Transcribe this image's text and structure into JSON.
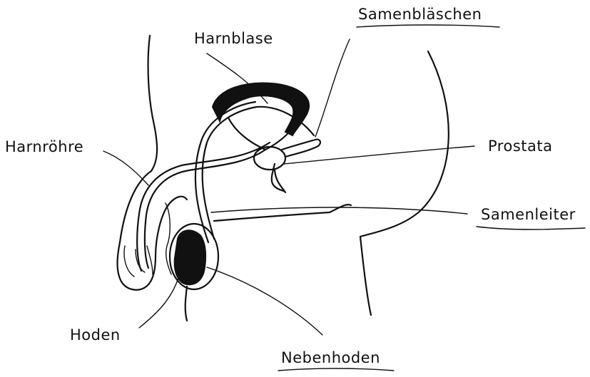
{
  "labels": {
    "samenblaeschen": "Samenbläschen",
    "harnblase": "Harnblase",
    "harnroehre": "Harnröhre",
    "prostata": "Prostata",
    "samenleiter": "Samenleiter",
    "hoden": "Hoden",
    "nebenhoden": "Nebenhoden"
  },
  "colors": {
    "ink": "#111111",
    "background": "#ffffff"
  }
}
